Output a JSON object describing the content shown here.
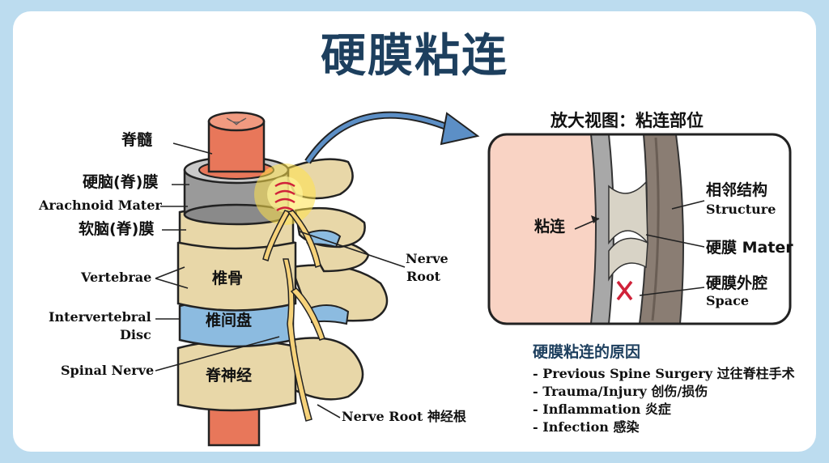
{
  "title": "硬膜粘连",
  "spine_labels": {
    "spinal_cord": "脊髓",
    "dura_mater": "硬脑(脊)膜",
    "arachnoid": "Arachnoid Mater",
    "pia_mater": "软脑(脊)膜",
    "vertebrae_en": "Vertebrae",
    "vertebra_zh": "椎骨",
    "disc_en_line1": "Intervertebral",
    "disc_en_line2": "Disc",
    "disc_zh": "椎间盘",
    "spinal_nerve_en": "Spinal Nerve",
    "spinal_nerve_zh": "脊神经",
    "nerve_root_line1": "Nerve",
    "nerve_root_line2": "Root",
    "nerve_root_bottom": "Nerve Root 神经根"
  },
  "zoom": {
    "title": "放大视图：粘连部位",
    "adhesion": "粘连",
    "adjacent_zh": "相邻结构",
    "adjacent_en": "Structure",
    "dura": "硬膜 Mater",
    "epidural_zh": "硬膜外腔",
    "epidural_en": "Space"
  },
  "causes": {
    "heading": "硬膜粘连的原因",
    "items": [
      "- Previous Spine Surgery 过往脊柱手术",
      "- Trauma/Injury 创伤/损伤",
      "- Inflammation 炎症",
      "- Infection 感染"
    ]
  },
  "colors": {
    "background": "#bcdcef",
    "title": "#1d3f5e",
    "spinal_cord": "#e8775a",
    "bone": "#e8d7a8",
    "disc": "#8cbbe0",
    "nerve": "#f6d27a",
    "dura": "#9a9a9a",
    "highlight": "#ffe24a",
    "adhesion_mark": "#d0223a"
  }
}
